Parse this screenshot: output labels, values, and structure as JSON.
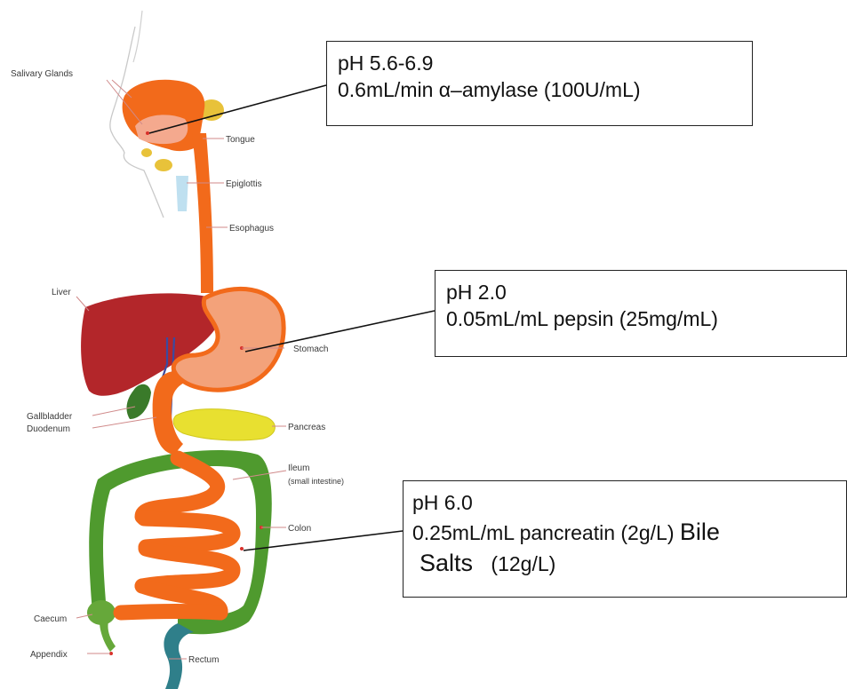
{
  "labels": {
    "salivary_glands": "Salivary Glands",
    "tongue": "Tongue",
    "epiglottis": "Epiglottis",
    "esophagus": "Esophagus",
    "liver": "Liver",
    "stomach": "Stomach",
    "gallbladder": "Gallbladder",
    "duodenum": "Duodenum",
    "pancreas": "Pancreas",
    "ileum": "Ileum",
    "ileum_sub": "(small intestine)",
    "colon": "Colon",
    "caecum": "Caecum",
    "appendix": "Appendix",
    "rectum": "Rectum"
  },
  "callouts": {
    "mouth": {
      "ph": "pH 5.6-6.9",
      "detail": "0.6mL/min α–amylase (100U/mL)"
    },
    "stomach": {
      "ph": "pH 2.0",
      "detail": "0.05mL/mL pepsin   (25mg/mL)"
    },
    "intestine": {
      "ph": "pH 6.0",
      "detail_a": "0.25mL/mL pancreatin   (2g/L)",
      "detail_b": "Bile",
      "detail_c": "Salts",
      "detail_d": "(12g/L)"
    }
  },
  "colors": {
    "esophagus": "#f26a1b",
    "liver": "#b3262a",
    "stomach": "#f3a27a",
    "pancreas": "#e8e030",
    "colon": "#4f9a2e",
    "small_intestine": "#f26a1b",
    "rectum": "#2f7f8a",
    "gallbladder": "#3a7a2a"
  }
}
